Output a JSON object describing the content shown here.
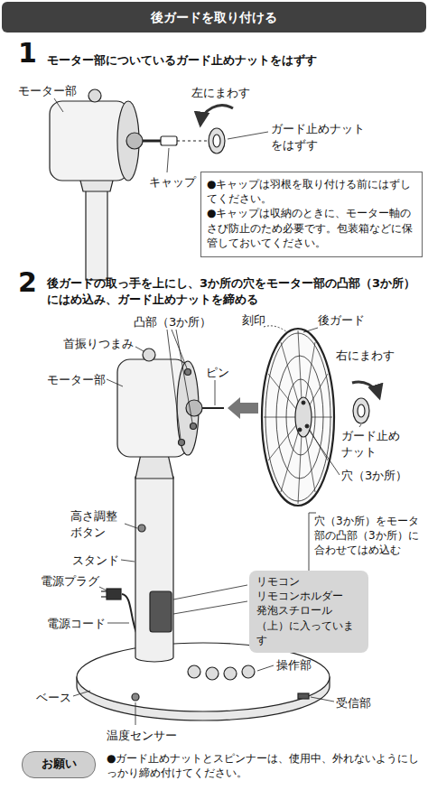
{
  "diagram": {
    "title": "後ガードを取り付ける",
    "nodes": [
      {
        "text": [
          "●キャップは羽根を取り付ける前にはずしてください。",
          "●キャップは収納のときに、モーター軸のさび防止のため必要です。包装箱などに保管しておいてください。"
        ]
      },
      {
        "text": [
          "リモコン",
          "リモコンホルダー",
          "発泡スチロール（上）に入っています"
        ]
      },
      {
        "text": [
          "お願い"
        ]
      }
    ],
    "labels": [
      "1",
      "モーター部についているガード止めナットをはずす",
      "モーター部",
      "左にまわす",
      "ガード止めナットをはずす",
      "キャップ",
      "2",
      "後ガードの取っ手を上にし、3か所の穴をモーター部の凸部（3か所）にはめ込み、ガード止めナットを締める",
      "凸部（3か所）",
      "刻印",
      "後ガード",
      "首振りつまみ",
      "モーター部",
      "ピン",
      "右にまわす",
      "ガード止めナット",
      "穴（3か所）",
      "穴（3か所）をモータ部の凸部（3か所）に合わせてはめ込む",
      "高さ調整ボタン",
      "スタンド",
      "電源プラグ",
      "電源コード",
      "操作部",
      "ベース",
      "受信部",
      "温度センサー",
      "●ガード止めナットとスピンナーは、使用中、外れないようにしっかり締め付けてください。"
    ]
  }
}
